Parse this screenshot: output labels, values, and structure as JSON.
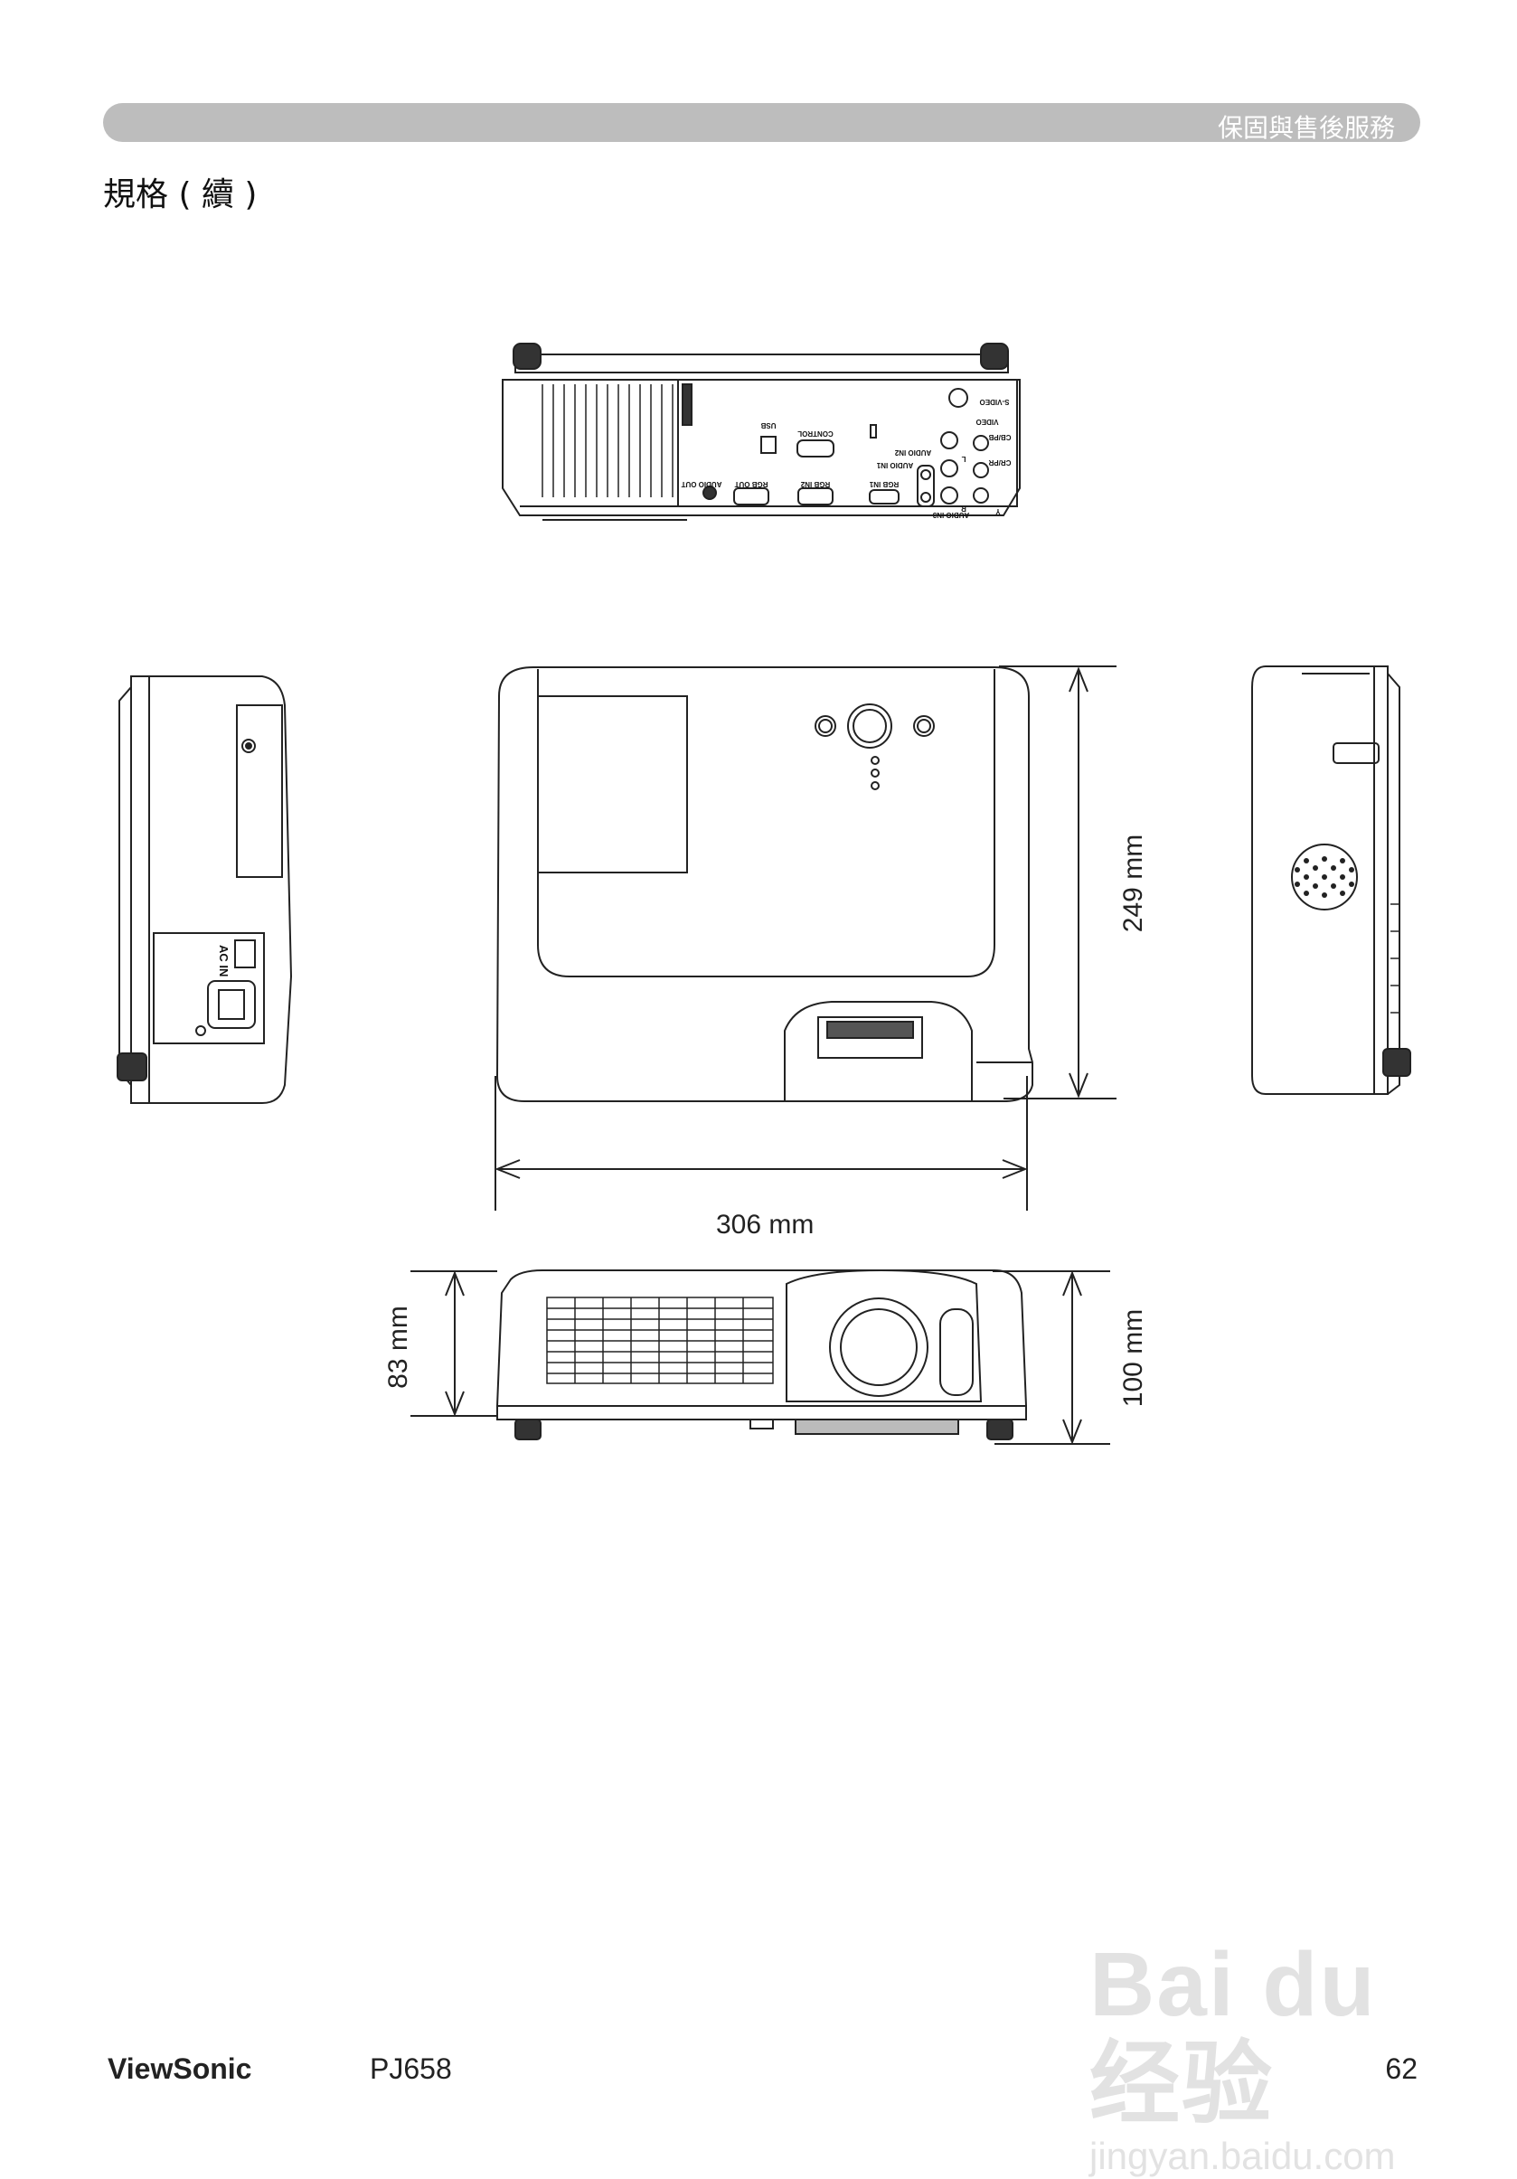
{
  "header": {
    "section": "保固與售後服務"
  },
  "page": {
    "title": "規格 ( 續 )"
  },
  "dimensions": {
    "width": "306 mm",
    "depth": "249 mm",
    "height_body": "83 mm",
    "height_total": "100 mm"
  },
  "rear_panel_labels": [
    "S-VIDEO",
    "VIDEO",
    "CB/PB",
    "CR/PR",
    "Y",
    "L",
    "R",
    "AUDIO IN3",
    "AUDIO IN2",
    "AUDIO IN1",
    "RGB IN1",
    "RGB IN2",
    "RGB OUT",
    "AUDIO OUT",
    "CONTROL",
    "USB"
  ],
  "side_labels": {
    "ac_in": "AC IN"
  },
  "footer": {
    "brand": "ViewSonic",
    "model": "PJ658",
    "page_number": "62"
  },
  "watermark": {
    "logo": "Bai du 经验",
    "url": "jingyan.baidu.com"
  }
}
